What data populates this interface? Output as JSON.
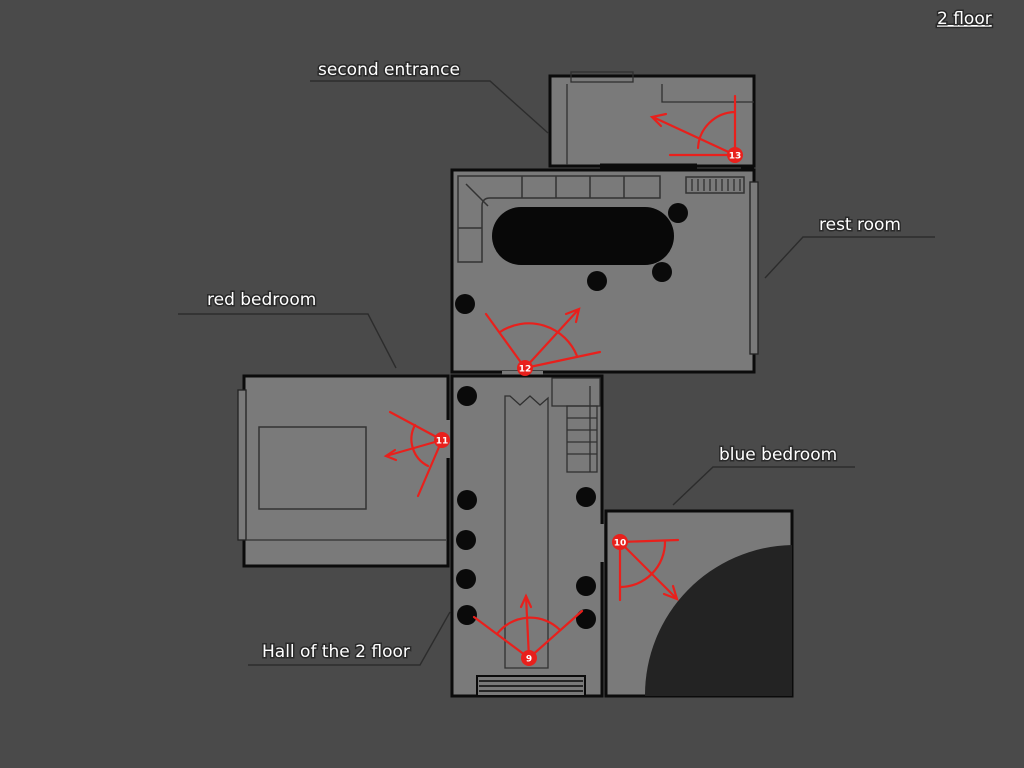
{
  "map": {
    "title": "2 floor",
    "labels": {
      "second_entrance": "second entrance",
      "rest_room": "rest room",
      "red_bedroom": "red bedroom",
      "blue_bedroom": "blue bedroom",
      "hall": "Hall of the 2 floor"
    },
    "cameras": [
      {
        "id": "cam-9",
        "number": "9",
        "room": "Hall of the 2 floor"
      },
      {
        "id": "cam-10",
        "number": "10",
        "room": "blue bedroom"
      },
      {
        "id": "cam-11",
        "number": "11",
        "room": "red bedroom"
      },
      {
        "id": "cam-12",
        "number": "12",
        "room": "rest room"
      },
      {
        "id": "cam-13",
        "number": "13",
        "room": "second entrance"
      }
    ]
  }
}
